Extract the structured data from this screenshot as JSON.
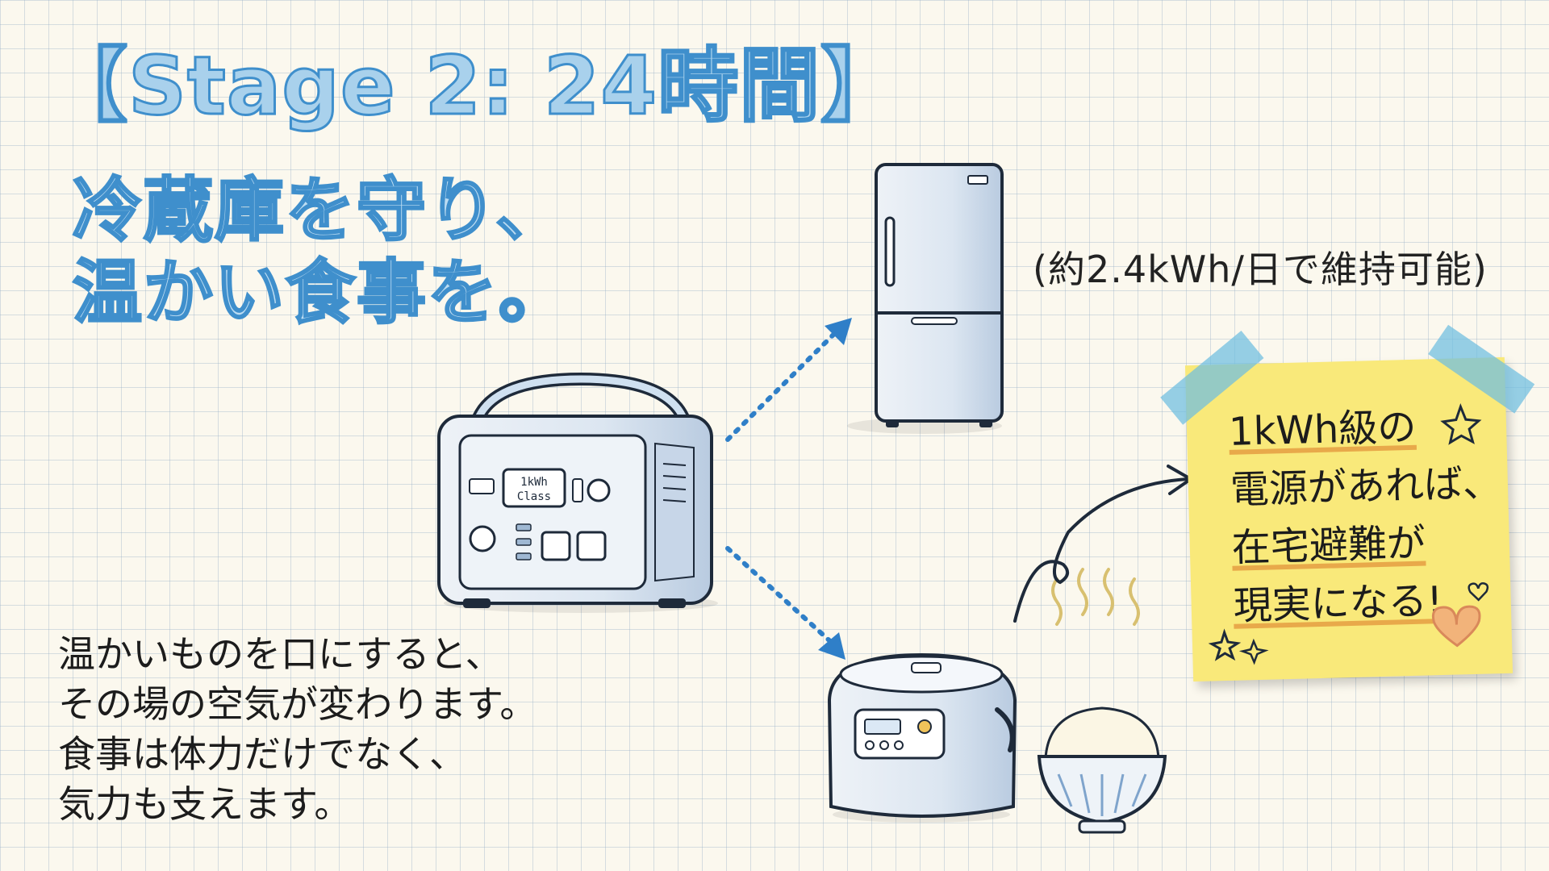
{
  "slide": {
    "title": "【Stage 2: 24時間】",
    "headline": [
      "冷蔵庫を守り、",
      "温かい食事を。"
    ],
    "fridge_note": "(約2.4kWh/日で維持可能)",
    "body": [
      "温かいものを口にすると、",
      "その場の空気が変わります。",
      "食事は体力だけでなく、",
      "気力も支えます。"
    ],
    "sticky_note": [
      "1kWh級の",
      "電源があれば、",
      "在宅避難が",
      "現実になる!"
    ],
    "power_station_label": [
      "1kWh",
      "Class"
    ]
  }
}
